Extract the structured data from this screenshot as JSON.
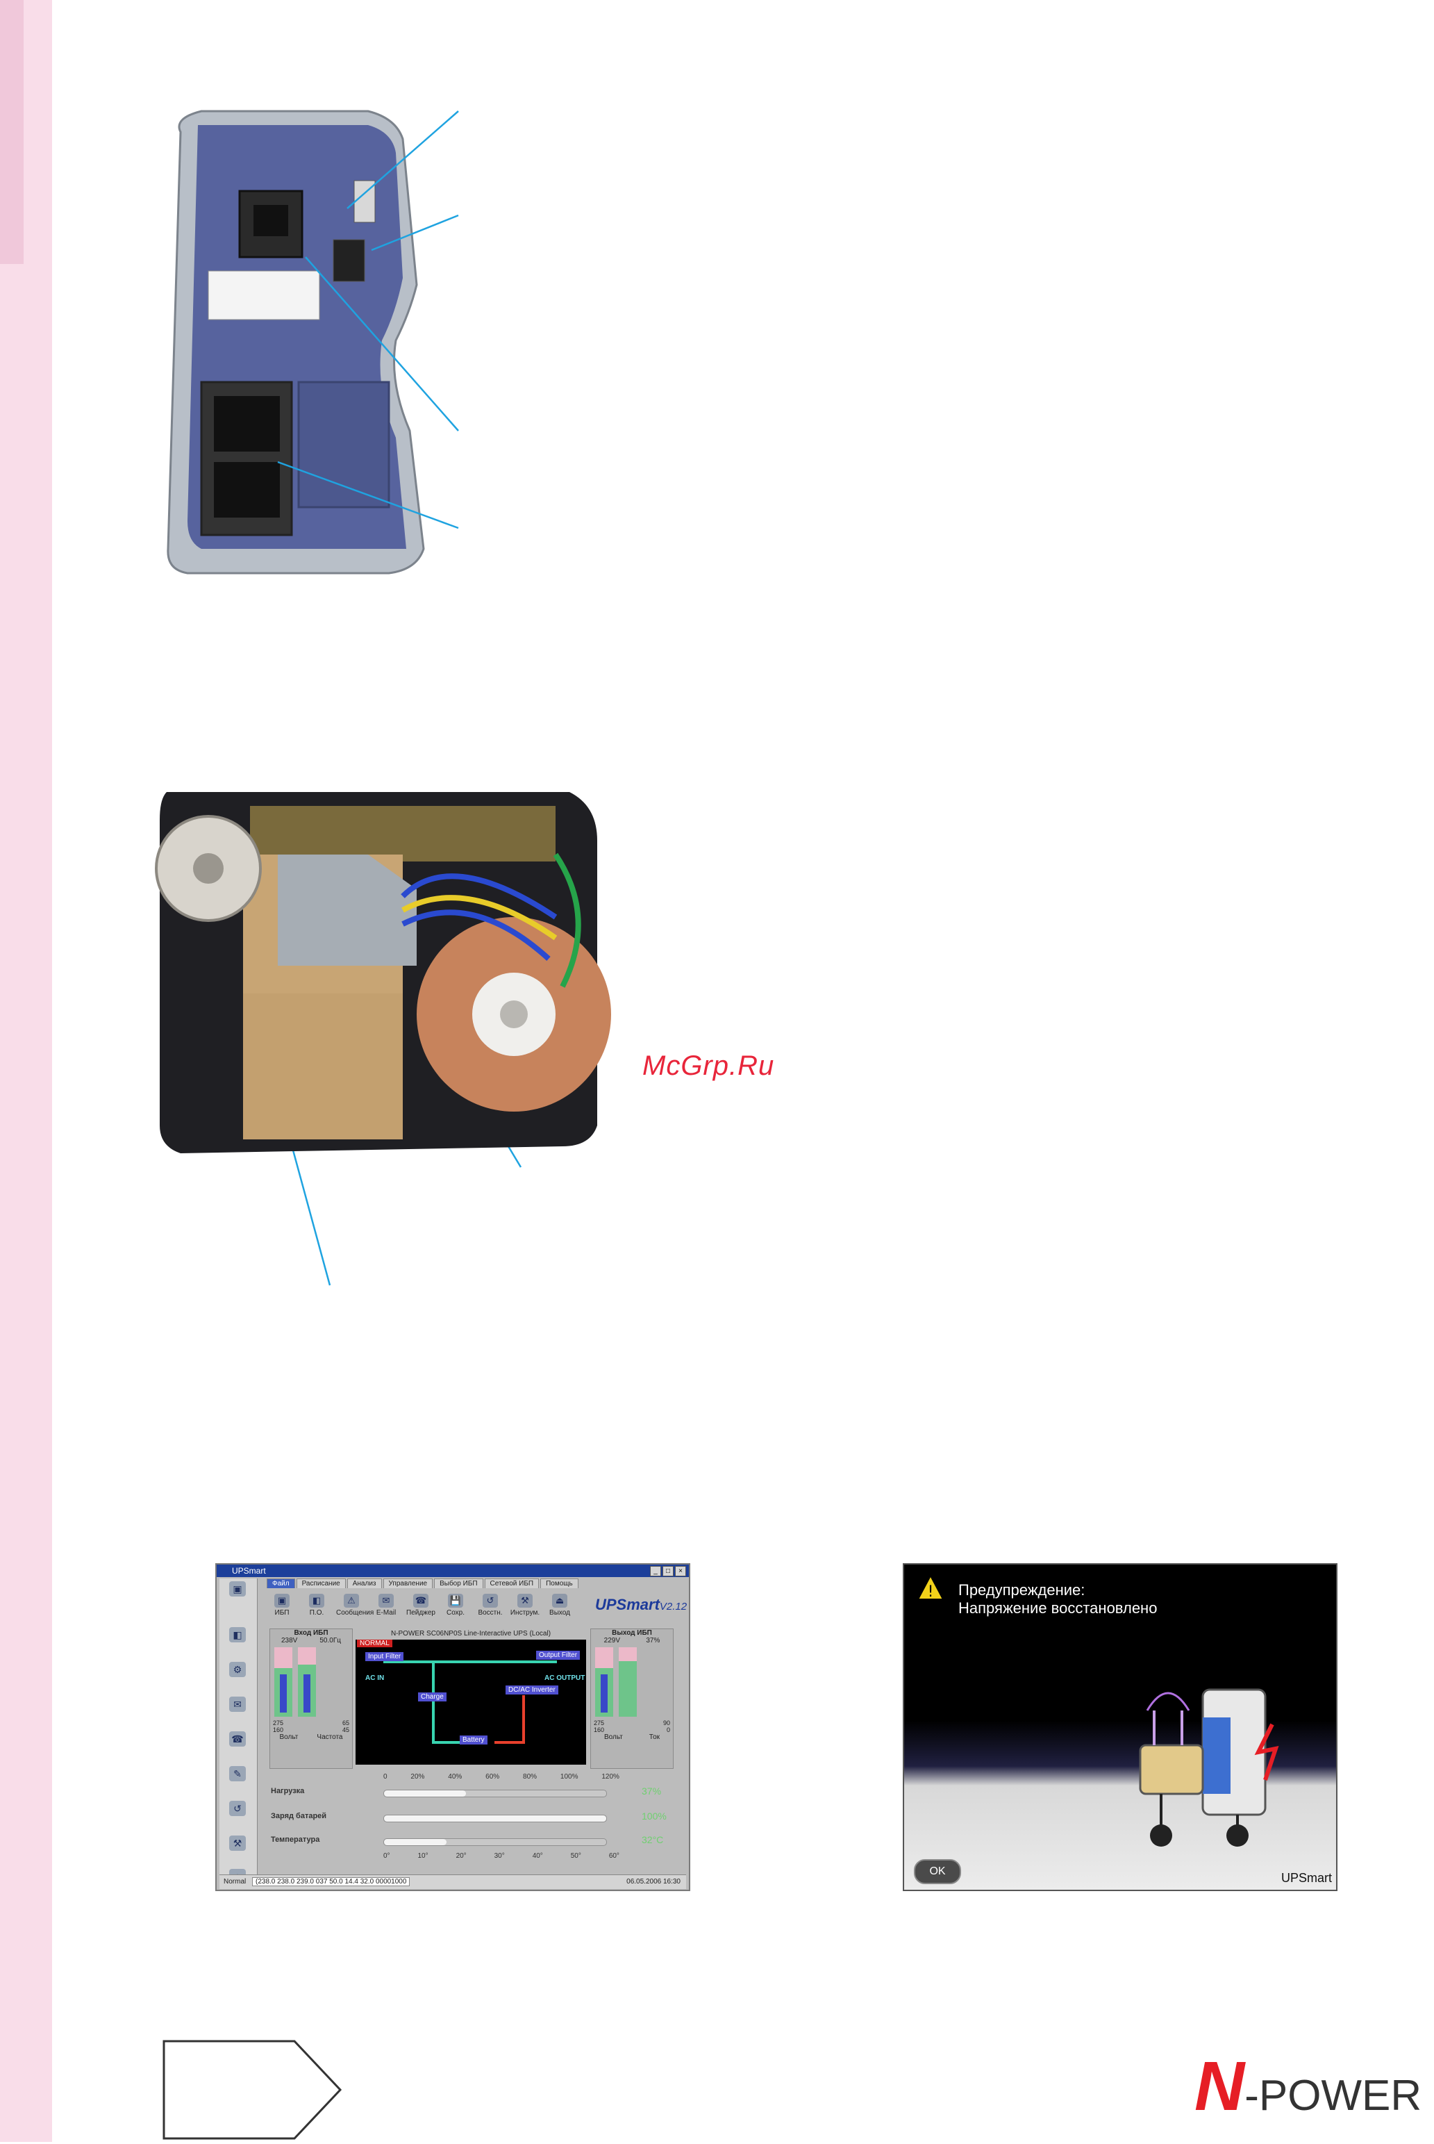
{
  "watermark": {
    "text": "McGrp.Ru"
  },
  "app": {
    "title": "UPSmart",
    "win_buttons": [
      "_",
      "□",
      "×"
    ],
    "tabs": [
      "Файл",
      "Расписание",
      "Анализ",
      "Управление",
      "Выбор ИБП",
      "Сетевой ИБП",
      "Помощь"
    ],
    "toolbar": [
      "ИБП",
      "П.О.",
      "Сообщения",
      "E-Mail",
      "Пейджер",
      "Сохр.",
      "Восстн.",
      "Инструм.",
      "Выход"
    ],
    "brand": "UPSmart",
    "version": "V2.12",
    "input_panel": {
      "title": "Вход ИБП",
      "volt_label": "Вольт",
      "freq_label": "Частота",
      "volt_value": "238V",
      "freq_value": "50.0Гц",
      "ticks_v": [
        "275",
        "160"
      ],
      "ticks_f": [
        "65",
        "45"
      ]
    },
    "output_panel": {
      "title": "Выход ИБП",
      "volt_label": "Вольт",
      "current_label": "Ток",
      "volt_value": "229V",
      "current_value": "37%",
      "ticks_v": [
        "275",
        "160"
      ],
      "ticks_c": [
        "90",
        "0"
      ]
    },
    "model_line": "N-POWER SC06NP0S Line-Interactive UPS (Local)",
    "diagram": {
      "status": "NORMAL",
      "input_filter": "Input Filter",
      "ac_in": "AC IN",
      "output_filter": "Output Filter",
      "ac_output": "AC OUTPUT",
      "charge": "Charge",
      "inverter": "DC/AC Inverter",
      "battery": "Battery"
    },
    "scale_top": [
      "0",
      "20%",
      "40%",
      "60%",
      "80%",
      "100%",
      "120%"
    ],
    "gauges": [
      {
        "label": "Нагрузка",
        "value": "37%",
        "percent": 37
      },
      {
        "label": "Заряд батарей",
        "value": "100%",
        "percent": 100
      },
      {
        "label": "Температура",
        "value": "32°C",
        "percent": 28
      }
    ],
    "scale_bottom": [
      "0°",
      "10°",
      "20°",
      "30°",
      "40°",
      "50°",
      "60°"
    ],
    "status_text": "Normal",
    "status_values": "(238.0 238.0 239.0 037 50.0 14.4 32.0 00001000",
    "datetime": "06.05.2006 16:30"
  },
  "warning": {
    "title_line1": "Предупреждение:",
    "title_line2": "Напряжение восстановлено",
    "ok": "OK",
    "brand": "UPSmart"
  },
  "logo": {
    "text": "-POWER",
    "initial": "N",
    "color": "#e61e25"
  }
}
